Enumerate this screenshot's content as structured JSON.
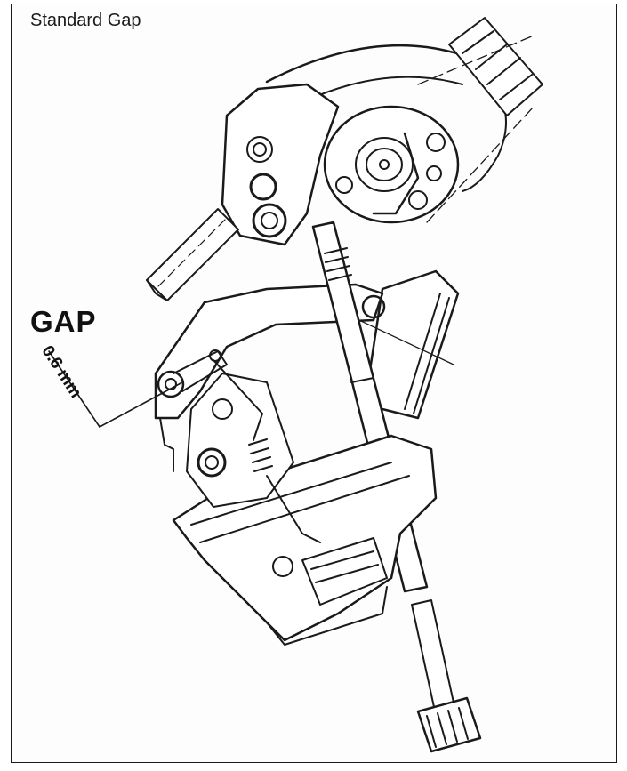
{
  "diagram": {
    "title": "Standard Gap",
    "gap_label": "GAP",
    "gap_value": "0.6 mm"
  },
  "colors": {
    "line": "#1a1a1a",
    "paper": "#ffffff"
  },
  "icons": [
    "carburetor-linkage-drawing"
  ]
}
